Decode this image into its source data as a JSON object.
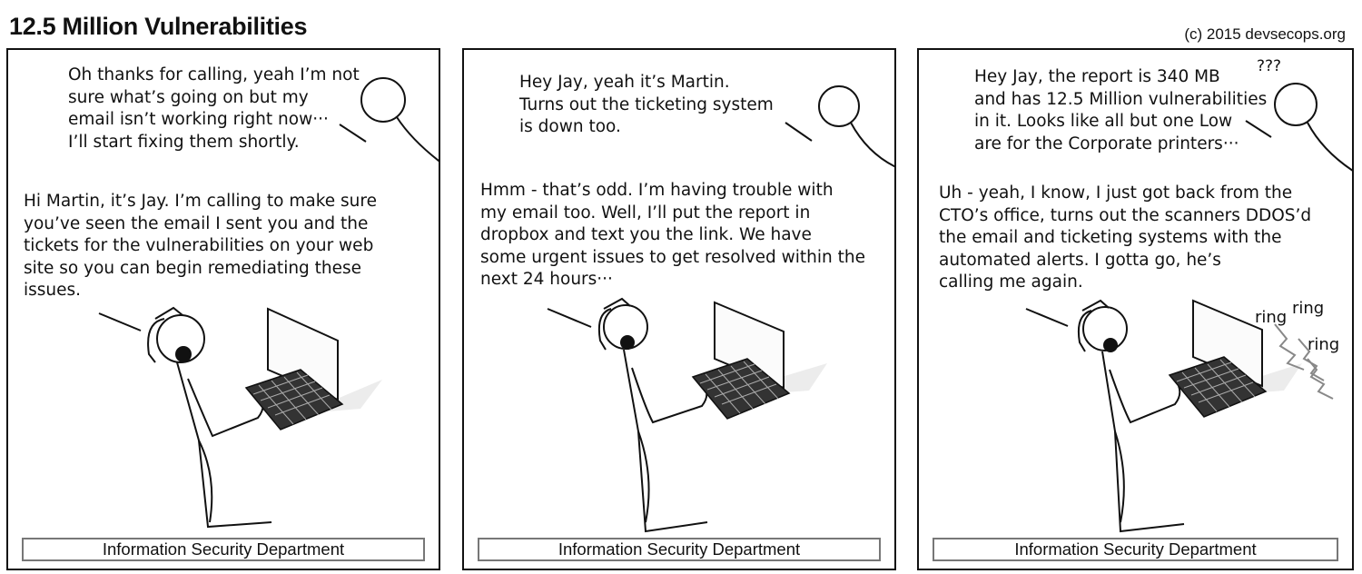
{
  "comic": {
    "title": "12.5 Million Vulnerabilities",
    "copyright": "(c) 2015 devsecops.org"
  },
  "panels": [
    {
      "top_speech": "Oh thanks for calling, yeah I’m not\nsure what’s going on but my\nemail isn’t working right now···\nI’ll start fixing them shortly.",
      "bottom_speech": "Hi Martin, it’s Jay. I’m calling to make sure\nyou’ve seen the email I sent you and the\ntickets for the vulnerabilities on your web\nsite so you can begin remediating these\nissues.",
      "caption": "Information Security Department"
    },
    {
      "top_speech": "Hey Jay, yeah it’s Martin.\nTurns out the ticketing system\nis down too.",
      "bottom_speech": "Hmm - that’s odd.  I’m having trouble with\nmy email too.  Well, I’ll put the report in\ndropbox and text you the link.  We have\nsome urgent issues to get resolved within the\nnext 24 hours···",
      "caption": "Information Security Department"
    },
    {
      "top_speech": "Hey Jay, the report is 340 MB\nand has 12.5 Million vulnerabilities\nin it.  Looks like all but one Low\nare for the Corporate printers···",
      "confused": "???",
      "bottom_speech": "Uh - yeah, I know, I just got back from the\nCTO’s office, turns out the scanners DDOS’d\nthe email and ticketing systems with the\nautomated alerts.  I gotta go, he’s\ncalling me again.",
      "sfx": [
        "ring",
        "ring",
        "ring"
      ],
      "caption": "Information Security Department"
    }
  ]
}
